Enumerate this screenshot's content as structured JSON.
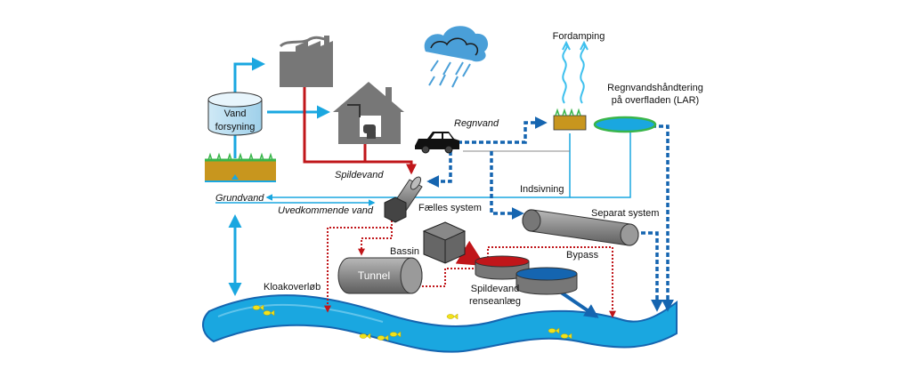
{
  "labels": {
    "water_supply_line1": "Vand",
    "water_supply_line2": "forsyning",
    "groundwater": "Grundvand",
    "wastewater": "Spildevand",
    "rainwater": "Regnvand",
    "evaporation": "Fordamping",
    "lar_line1": "Regnvandshåndtering",
    "lar_line2": "på overfladen (LAR)",
    "infiltration": "Indsivning",
    "inflow_water": "Uvedkommende vand",
    "combined_system": "Fælles system",
    "separate_system": "Separat system",
    "basin": "Bassin",
    "bypass": "Bypass",
    "tunnel": "Tunnel",
    "sewer_overflow": "Kloakoverløb",
    "treatment_line1": "Spildevand",
    "treatment_line2": "renseanlæg"
  },
  "colors": {
    "light_blue": "#1aa7e0",
    "dark_blue": "#1565b0",
    "red": "#c0161a",
    "pipe_grey": "#808080",
    "soil": "#c8961e",
    "grass": "#39b54a"
  },
  "icons": [
    "factory-icon",
    "house-icon",
    "rain-cloud-icon",
    "car-icon",
    "fish-icon",
    "evaporation-icon"
  ]
}
